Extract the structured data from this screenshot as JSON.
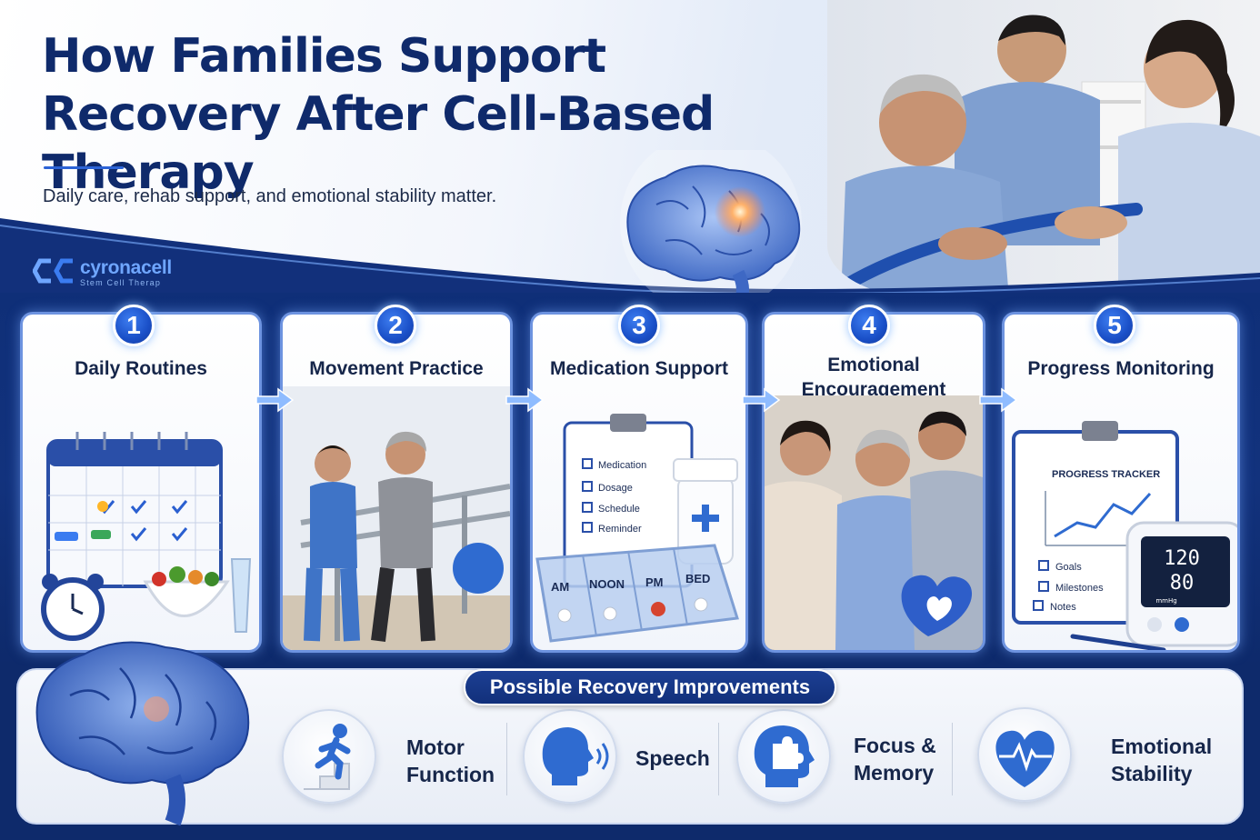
{
  "header": {
    "title_line1": "How Families Support",
    "title_line2": "Recovery After Cell-Based Therapy",
    "subtitle": "Daily care, rehab support, and emotional stability matter."
  },
  "logo": {
    "name": "cyronacell",
    "tagline": "Stem Cell Therap"
  },
  "steps": [
    {
      "number": "1",
      "title": "Daily Routines"
    },
    {
      "number": "2",
      "title": "Movement Practice"
    },
    {
      "number": "3",
      "title": "Medication Support",
      "checklist": [
        "Medication",
        "Dosage",
        "Schedule",
        "Reminder"
      ],
      "pillbox": [
        "AM",
        "NOON",
        "PM",
        "BED"
      ]
    },
    {
      "number": "4",
      "title_line1": "Emotional",
      "title_line2": "Encouragement"
    },
    {
      "number": "5",
      "title": "Progress Monitoring",
      "tracker_title": "PROGRESS TRACKER",
      "checklist": [
        "Goals",
        "Milestones",
        "Notes"
      ],
      "bp_top": "120",
      "bp_bottom": "80",
      "bp_unit": "mmHg"
    }
  ],
  "improvements": {
    "label": "Possible Recovery Improvements",
    "items": [
      {
        "line1": "Motor",
        "line2": "Function",
        "icon": "stairs-climber-icon"
      },
      {
        "line1": "Speech",
        "line2": "",
        "icon": "speaking-head-icon"
      },
      {
        "line1": "Focus &",
        "line2": "Memory",
        "icon": "puzzle-head-icon"
      },
      {
        "line1": "Emotional",
        "line2": "Stability",
        "icon": "heartbeat-heart-icon"
      }
    ]
  },
  "colors": {
    "navy": "#0f2a6b",
    "accent_blue": "#2c63d6",
    "card_border": "#6d93e0"
  }
}
